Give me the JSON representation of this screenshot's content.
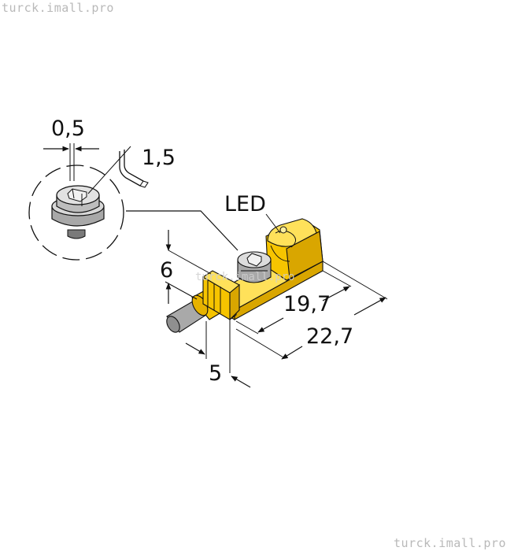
{
  "watermark": {
    "top": "turck.imall.pro",
    "bottom": "turck.imall.pro",
    "center": "turck.imall.pro"
  },
  "labels": {
    "gap": "0,5",
    "hex_key": "1,5",
    "led": "LED",
    "height": "6",
    "offset": "5",
    "length_inner": "19,7",
    "length_outer": "22,7"
  },
  "colors": {
    "housing_yellow": "#f6c400",
    "housing_yellow_dark": "#d9a600",
    "housing_yellow_light": "#ffe15a",
    "screw_gray": "#b8b8b8",
    "cable_gray": "#a9a9a9",
    "outline": "#111111"
  }
}
